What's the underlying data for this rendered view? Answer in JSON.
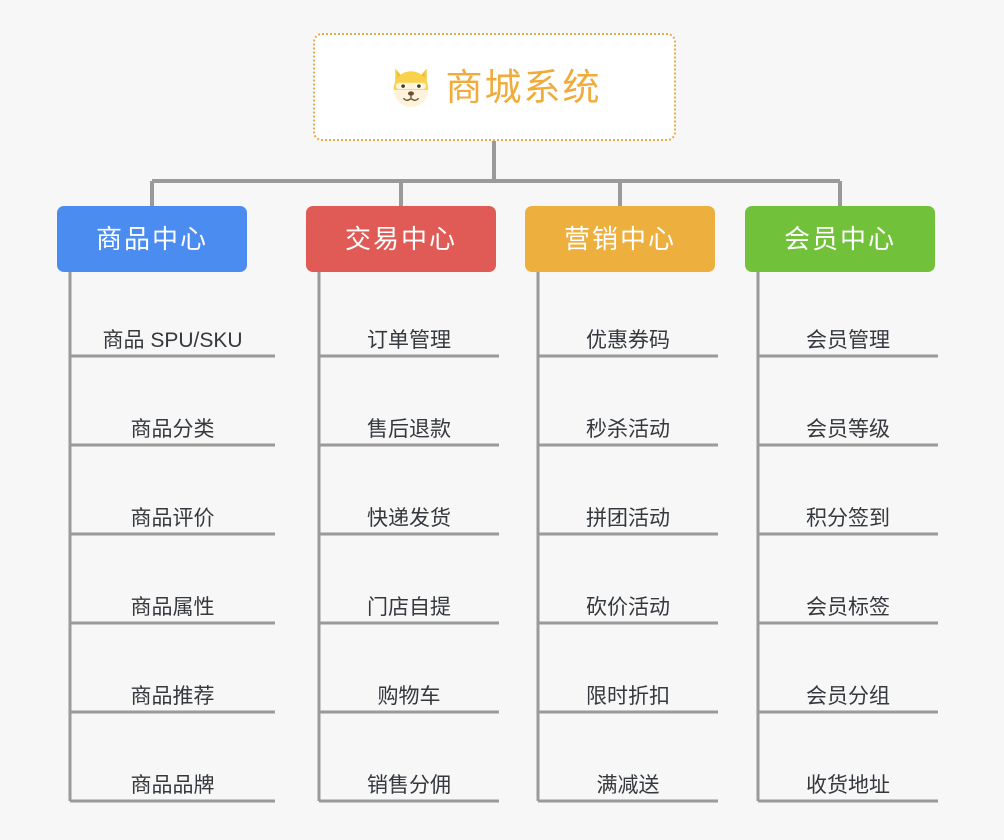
{
  "diagram": {
    "type": "org-chart",
    "background_color": "#f7f7f7",
    "line_color": "#9a9a9a",
    "root": {
      "title": "商城系统",
      "icon": "shiba-dog-face-icon",
      "text_color": "#f0ab3a",
      "border_color": "#eaa944",
      "background_color": "#ffffff"
    },
    "branches": [
      {
        "label": "商品中心",
        "color": "#4a8cf0",
        "items": [
          "商品 SPU/SKU",
          "商品分类",
          "商品评价",
          "商品属性",
          "商品推荐",
          "商品品牌"
        ]
      },
      {
        "label": "交易中心",
        "color": "#e05b55",
        "items": [
          "订单管理",
          "售后退款",
          "快递发货",
          "门店自提",
          "购物车",
          "销售分佣"
        ]
      },
      {
        "label": "营销中心",
        "color": "#edaf3d",
        "items": [
          "优惠券码",
          "秒杀活动",
          "拼团活动",
          "砍价活动",
          "限时折扣",
          "满减送"
        ]
      },
      {
        "label": "会员中心",
        "color": "#72c13b",
        "items": [
          "会员管理",
          "会员等级",
          "积分签到",
          "会员标签",
          "会员分组",
          "收货地址"
        ]
      }
    ]
  }
}
